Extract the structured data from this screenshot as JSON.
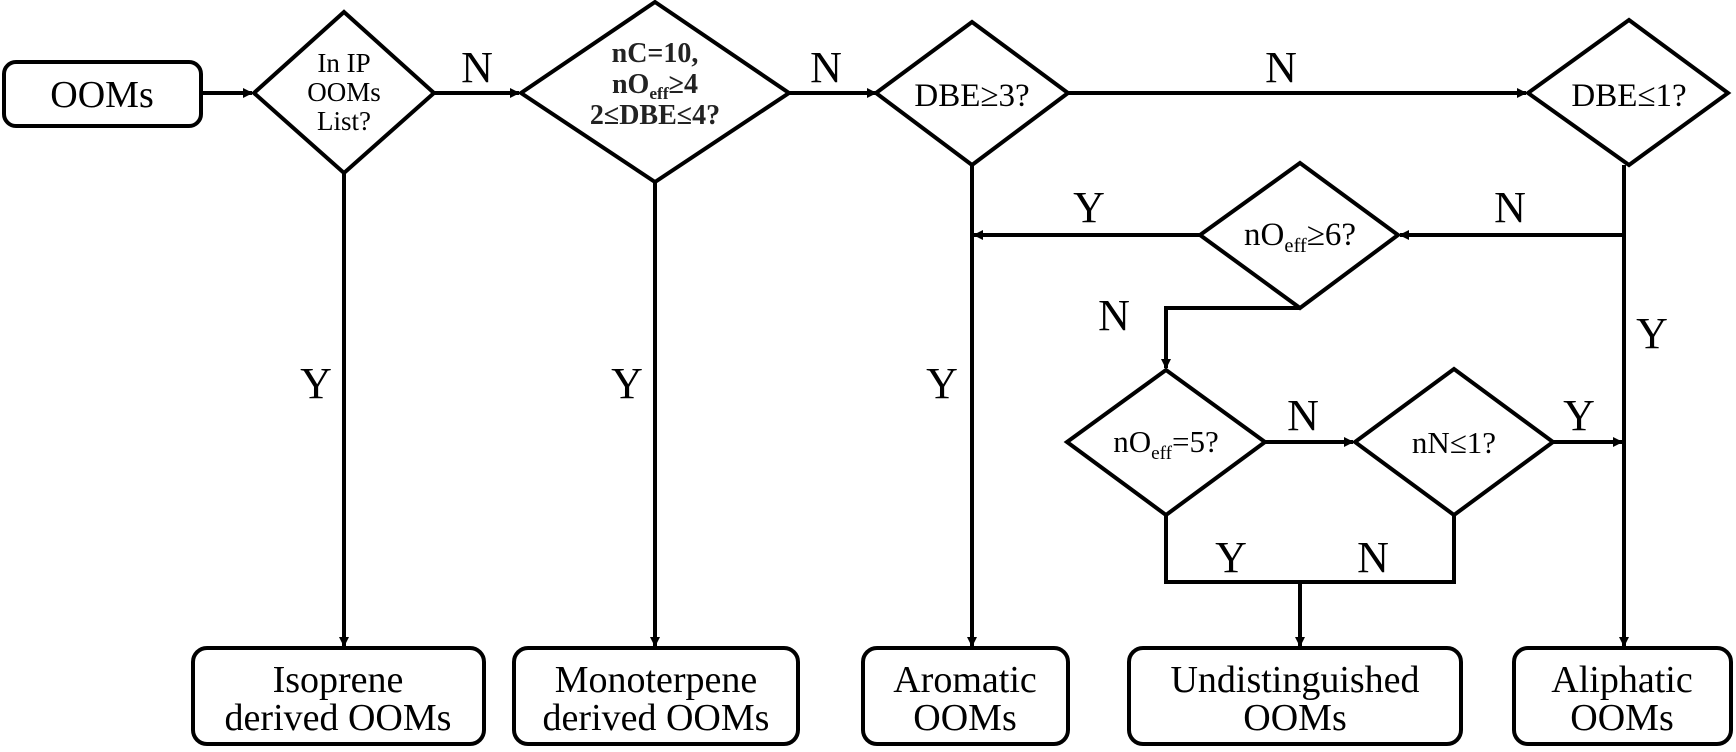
{
  "diagram": {
    "type": "flowchart",
    "colors": {
      "stroke": "#000000",
      "background": "#ffffff",
      "bold_text": "#222222"
    },
    "nodes": {
      "start": {
        "label": "OOMs"
      },
      "in_ip_list": {
        "lines": [
          "In IP",
          "OOMs",
          "List?"
        ]
      },
      "monoterpene_test": {
        "line1": "nC=10,",
        "line2_prefix": "nO",
        "line2_sub": "eff",
        "line2_suffix": "≥4",
        "line3": "2≤DBE≤4?"
      },
      "dbe_ge_3": {
        "label": "DBE≥3?"
      },
      "dbe_le_1": {
        "label": "DBE≤1?"
      },
      "noeff_ge_6": {
        "prefix": "nO",
        "sub": "eff",
        "suffix": "≥6?"
      },
      "noeff_eq_5": {
        "prefix": "nO",
        "sub": "eff",
        "suffix": "=5?"
      },
      "nn_le_1": {
        "label": "nN≤1?"
      }
    },
    "outputs": [
      {
        "lines": [
          "Isoprene",
          "derived OOMs"
        ]
      },
      {
        "lines": [
          "Monoterpene",
          "derived OOMs"
        ]
      },
      {
        "lines": [
          "Aromatic",
          "OOMs"
        ]
      },
      {
        "lines": [
          "Undistinguished",
          "OOMs"
        ]
      },
      {
        "lines": [
          "Aliphatic",
          "OOMs"
        ]
      }
    ],
    "edge_labels": {
      "ip_no": "N",
      "ip_yes": "Y",
      "mono_no": "N",
      "mono_yes": "Y",
      "dbe3_no": "N",
      "dbe3_yes": "Y",
      "dbe1_no": "N",
      "dbe1_yes": "Y",
      "noeff6_yes": "Y",
      "noeff6_no": "N",
      "noeff5_no": "N",
      "noeff5_yes": "Y",
      "nn_yes": "Y",
      "nn_no": "N"
    }
  }
}
